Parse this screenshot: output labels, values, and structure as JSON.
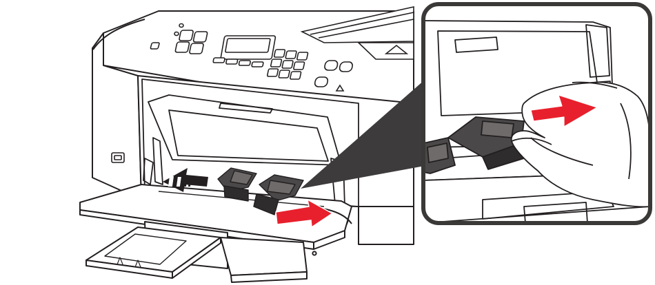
{
  "figure": {
    "type": "printer-instruction-illustration",
    "subject": "printer",
    "elements": [
      "printer-body",
      "control-panel",
      "lcd-display",
      "paper-output-tray",
      "tray-extension",
      "paper-guides",
      "hand",
      "zoom-callout"
    ]
  },
  "colors": {
    "line": "#231f20",
    "fill": "#ffffff",
    "shadow": "#3d3b3b",
    "guide": "#4a4848",
    "arrow_red": "#e8202d",
    "arrow_black": "#231f20",
    "callout_border": "#3b3938",
    "callout_wedge": "#3d3b3b"
  },
  "icons": {
    "push_arrow": "arrow-left-icon",
    "pull_arrow": "arrow-right-icon",
    "callout_arrow": "arrow-right-icon"
  }
}
